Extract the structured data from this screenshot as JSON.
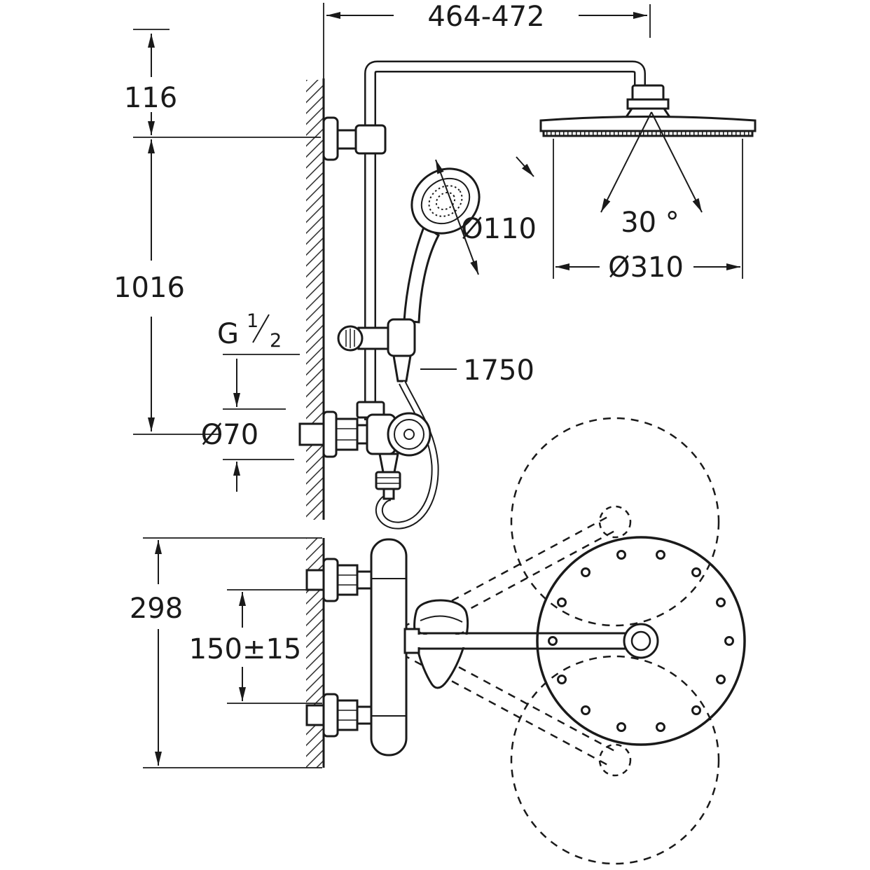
{
  "drawing": {
    "background": "#ffffff",
    "line_color": "#1a1a1a",
    "type": "shower-system-dimension-drawing",
    "dims": {
      "width_range": "464-472",
      "top_offset": "116",
      "height": "1016",
      "thread_g": "G",
      "thread_num": "1",
      "thread_den": "2",
      "hand_diameter": "Ø110",
      "angle": "30 °",
      "head_diameter": "Ø310",
      "hose_length": "1750",
      "supply_diameter": "Ø70",
      "depth": "298",
      "center_distance": "150±15"
    }
  }
}
